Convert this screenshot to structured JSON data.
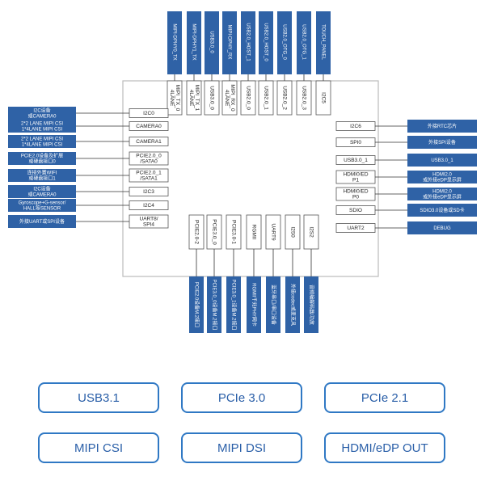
{
  "diagram": {
    "top_inner": [
      "MIPI_TX_0\n4LANE",
      "MIPI_TX_1\n4LANE",
      "USB3.0_0",
      "MIPI_RX_0\n4LANE",
      "USB2.0_0",
      "USB2.0_1",
      "USB2.0_2",
      "USB2.0_3",
      "I2C5"
    ],
    "top_outer": [
      "MIPI-DPHY0_TX",
      "MIPI-DPHY1_TX",
      "USB3.0_0",
      "MIPI-DPHY_RX",
      "USB2.0_HOST_1",
      "USB2.0_HOST_0",
      "USB2.0_OTG_0",
      "USB2.0_OTG_1",
      "TOUCH_PANEL"
    ],
    "left_inner": [
      "I2C0",
      "CAMERA0",
      "CAMERA1",
      "PCIE2.0_0\n/SATA0",
      "PCIE2.0_1\n/SATA1",
      "I2C3",
      "I2C4",
      "UART8/\nSPI4"
    ],
    "left_outer": [
      "I2C设备\n或CAMERA0",
      "2*2 LANE MIPI CSI\n1*4LANE MIPI CSI",
      "2*2 LANE MIPI CSI\n1*4LANE MIPI CSI",
      "PCIE2.0设备及扩展\n或硬盘接口0",
      "连接外置WIFI\n或硬盘接口1",
      "I2C设备\n或CAMERA0",
      "Gyroscope+G-sensor/\nHALL等SENSOR",
      "外接UART或SPI设备"
    ],
    "right_inner": [
      "I2C6",
      "SPI0",
      "USB3.0_1",
      "HDMI0/ED\nP1",
      "HDMI0/ED\nP0",
      "SDIO",
      "UART2"
    ],
    "right_outer": [
      "外接RTC芯片",
      "外接SPI设备",
      "USB3.0_1",
      "HDMI2.0\n或外接eDP显示屏",
      "HDMI2.0\n或外接eDP显示屏",
      "SDIO3.0设备或SD卡",
      "DEBUG"
    ],
    "bottom_inner": [
      "PCIE2.0-2",
      "PCIE3.0_0",
      "PCIE3.0-1",
      "RGMII",
      "UART9",
      "I2S0",
      "I2S2"
    ],
    "bottom_outer": [
      "PCIE2.0设备M.2接口",
      "PCIE3.0_0设备M.2接口",
      "PCIE3.0_1设备M.2接口",
      "RGMII千兆PHY网卡",
      "蓝牙串口/串口设备",
      "外接codec或麦克风",
      "音频编解码器/功放"
    ]
  },
  "features": [
    "USB3.1",
    "PCIe 3.0",
    "PCIe 2.1",
    "MIPI CSI",
    "MIPI DSI",
    "HDMI/eDP OUT"
  ],
  "colors": {
    "blue_fill": "#2f62a6",
    "border": "#555555",
    "feature_border": "#2f78c4",
    "feature_text": "#2a5fa8"
  }
}
